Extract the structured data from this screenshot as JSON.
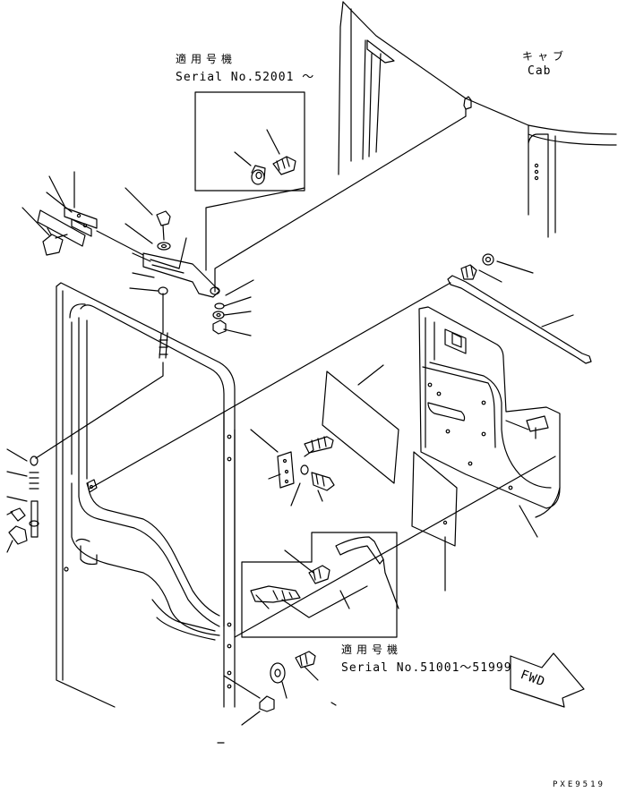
{
  "labels": {
    "serial_top_jp": "適用号機",
    "serial_top": "Serial No.52001 ～",
    "cab_jp": "キャブ",
    "cab_en": "Cab",
    "serial_bottom_jp": "適用号機",
    "serial_bottom": "Serial No.51001～51999",
    "fwd": "FWD",
    "code": "PXE9519"
  }
}
